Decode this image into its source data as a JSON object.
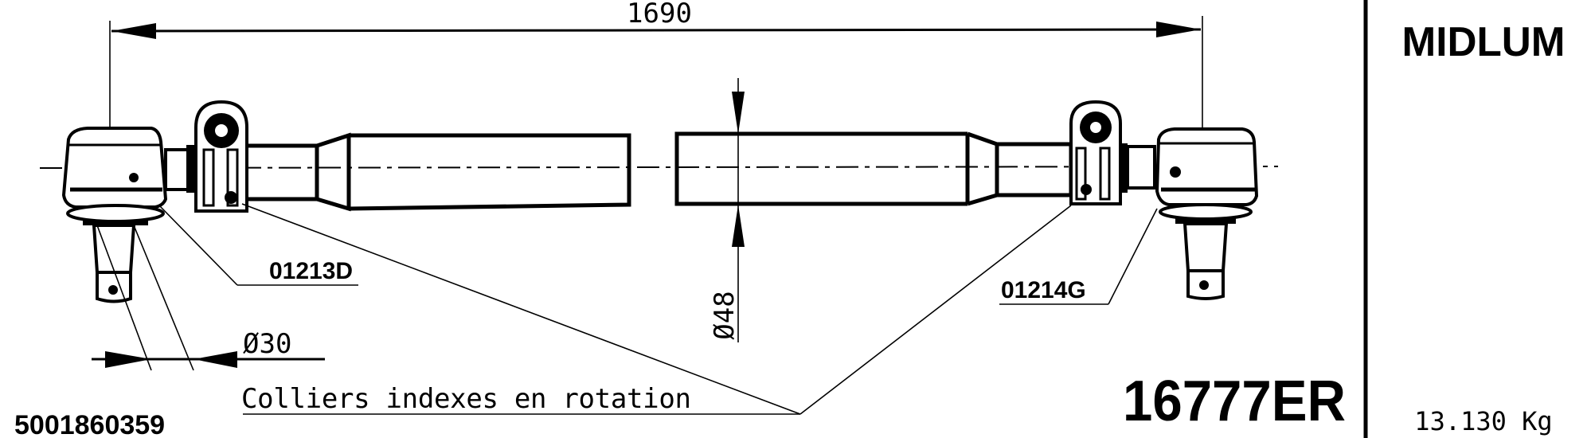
{
  "drawing": {
    "type": "technical-drawing",
    "subject": "tie rod assembly",
    "colors": {
      "ink": "#000000",
      "paper": "#ffffff"
    }
  },
  "dimensions": {
    "overall_length": "1690",
    "rod_diameter": "Ø48",
    "ball_pin_diameter": "Ø30"
  },
  "callouts": {
    "left_clamp_part": "01213D",
    "right_clamp_part": "01214G",
    "clamp_note": "Colliers indexes en rotation"
  },
  "title_block": {
    "reference_number": "5001860359",
    "part_number": "16777ER",
    "vehicle_model": "MIDLUM",
    "weight": "13.130 Kg"
  }
}
